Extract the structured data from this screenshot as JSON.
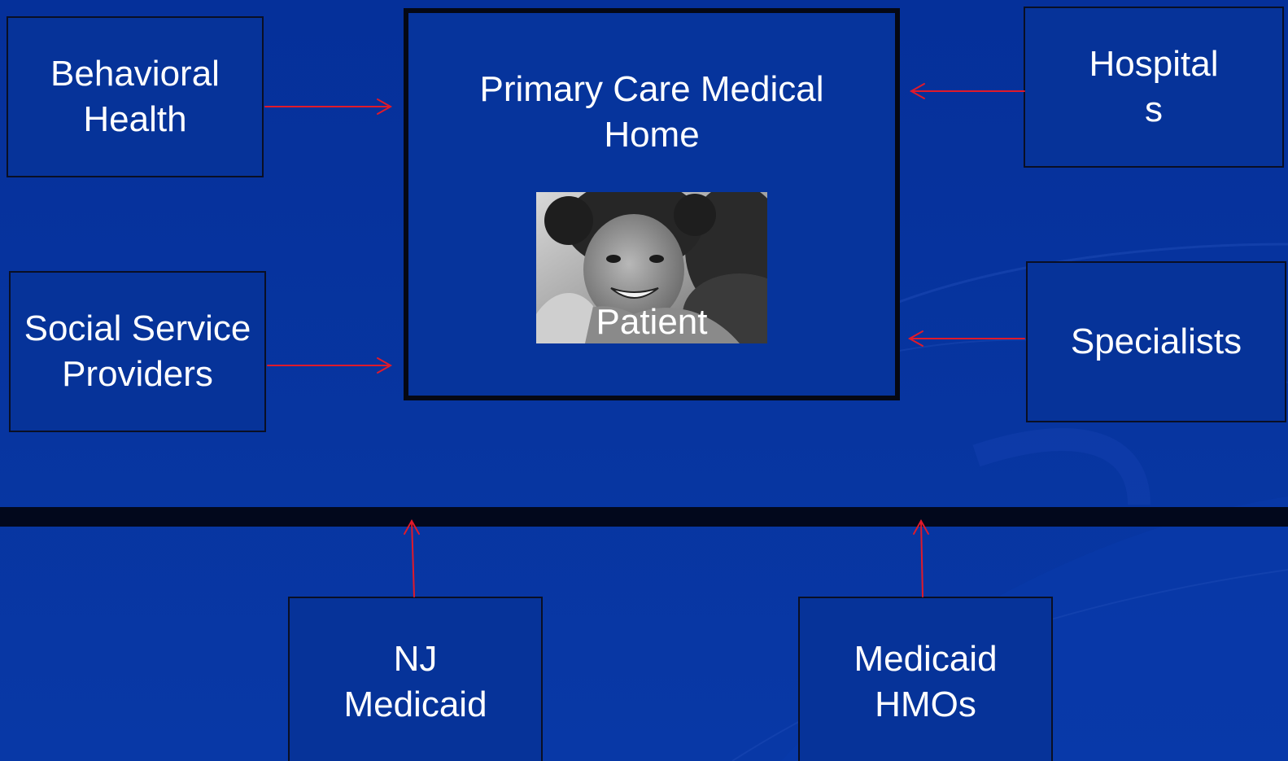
{
  "diagram": {
    "center": {
      "title_line1": "Primary Care Medical",
      "title_line2": "Home",
      "image_caption": "Patient"
    },
    "nodes": {
      "behavioral_health": {
        "line1": "Behavioral",
        "line2": "Health"
      },
      "social_service": {
        "line1": "Social Service",
        "line2": "Providers"
      },
      "hospitals": {
        "line1": "Hospital",
        "line2": "s"
      },
      "specialists": {
        "line1": "Specialists"
      },
      "nj_medicaid": {
        "line1": "NJ",
        "line2": "Medicaid"
      },
      "medicaid_hmos": {
        "line1": "Medicaid",
        "line2": "HMOs"
      }
    },
    "colors": {
      "background": "#0735a0",
      "box_fill": "#063399",
      "box_border": "#0a0f24",
      "arrow": "#e01a2a",
      "divider": "#02081c"
    }
  }
}
